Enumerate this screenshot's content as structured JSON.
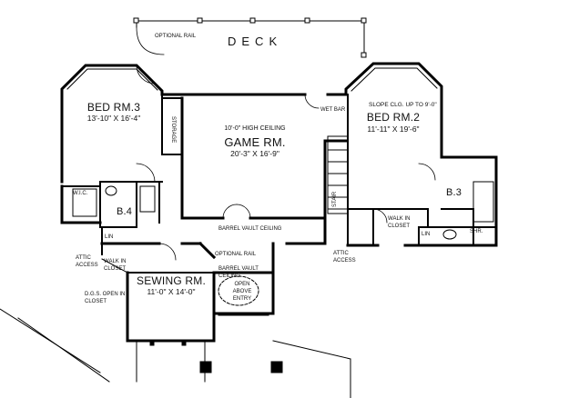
{
  "deck": "DECK",
  "optional_rail": "OPTIONAL RAIL",
  "rooms": {
    "bed3": {
      "name": "BED RM.3",
      "dim": "13'-10\" X 16'-4\""
    },
    "game": {
      "ceiling": "10'-0\" HIGH CEILING",
      "name": "GAME RM.",
      "dim": "20'-3\" X 16'-9\""
    },
    "bed2": {
      "note": "SLOPE CLG. UP TO 9'-0\"",
      "name": "BED RM.2",
      "dim": "11'-11\" X 19'-6\""
    },
    "sewing": {
      "name": "SEWING RM.",
      "dim": "11'-0\" X 14'-0\""
    },
    "b4": "B.4",
    "b3": "B.3"
  },
  "labels": {
    "storage": "STORAGE",
    "wet_bar": "WET BAR",
    "stair": "STAIR",
    "wic": "W.I.C.",
    "lin_left": "LIN",
    "lin_right": "LIN",
    "attic_left": "ATTIC ACCESS",
    "walk_in_left": "WALK IN CLOSET",
    "dgs_open": "D.G.S. OPEN IN CLOSET",
    "barrel_vault_top": "BARREL VAULT CEILING",
    "optional_rail_mid": "OPTIONAL RAIL",
    "barrel_vault_mid": "BARREL VAULT CEILING",
    "open_above": "OPEN ABOVE ENTRY",
    "attic_right": "ATTIC ACCESS",
    "walk_in_right": "WALK IN CLOSET",
    "shr": "SHR."
  }
}
